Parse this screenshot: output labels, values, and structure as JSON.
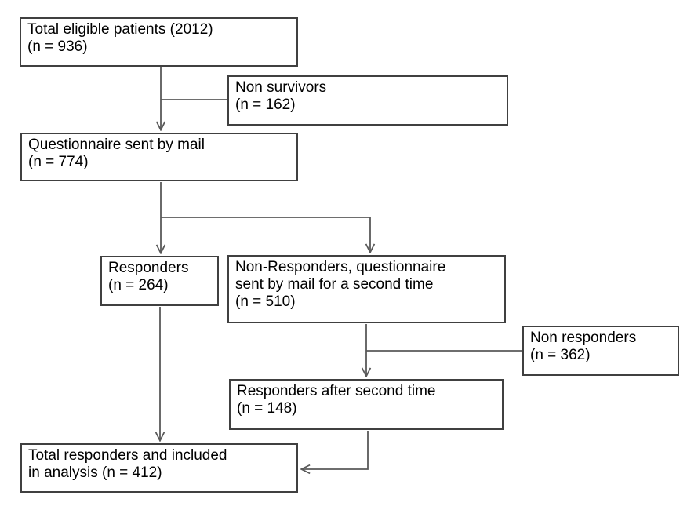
{
  "diagram": {
    "type": "flowchart",
    "colors": {
      "background": "#ffffff",
      "box_border": "#404040",
      "connector": "#595959",
      "text": "#000000"
    },
    "boxes": {
      "total_eligible": {
        "n": 936,
        "lines": [
          "Total eligible patients (2012)",
          "(n = 936)"
        ]
      },
      "non_survivors": {
        "n": 162,
        "lines": [
          "Non survivors",
          "(n = 162)"
        ]
      },
      "questionnaire_mail": {
        "n": 774,
        "lines": [
          "Questionnaire sent by mail",
          "(n = 774)"
        ]
      },
      "responders_first": {
        "n": 264,
        "lines": [
          "Responders",
          "(n = 264)"
        ]
      },
      "non_responders_second_mail": {
        "n": 510,
        "lines": [
          "Non-Responders, questionnaire",
          "sent by mail for a second time",
          "(n = 510)"
        ]
      },
      "non_responders_final": {
        "n": 362,
        "lines": [
          "Non responders",
          "(n = 362)"
        ]
      },
      "responders_second": {
        "n": 148,
        "lines": [
          "Responders after second time",
          "(n = 148)"
        ]
      },
      "total_responders": {
        "n": 412,
        "lines": [
          "Total responders and included",
          "in analysis (n = 412)"
        ]
      }
    }
  }
}
